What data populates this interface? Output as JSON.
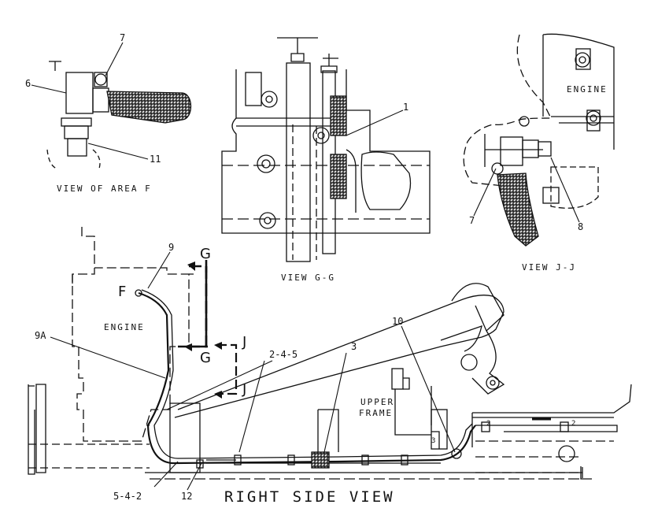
{
  "views": {
    "area_f_caption": "VIEW OF AREA F",
    "gg_caption": "VIEW G-G",
    "jj_caption": "VIEW J-J",
    "main_caption": "RIGHT SIDE VIEW"
  },
  "labels": {
    "engine_top": "ENGINE",
    "engine_main": "ENGINE",
    "upper_frame_1": "UPPER",
    "upper_frame_2": "FRAME",
    "area_f": "F",
    "section_g_top": "G",
    "section_g_bottom": "G",
    "section_j_top": "J",
    "section_j_bottom": "J"
  },
  "callouts": {
    "c1": "1",
    "c3": "3",
    "c6": "6",
    "c7_f": "7",
    "c7_j": "7",
    "c8": "8",
    "c9": "9",
    "c9a": "9A",
    "c10": "10",
    "c11": "11",
    "c12": "12",
    "c245": "2-4-5",
    "c542": "5-4-2",
    "c2a": "2",
    "c2b": "2",
    "c3small": "3"
  },
  "colors": {
    "line": "#111111",
    "background": "#ffffff",
    "hatch": "#555555"
  }
}
